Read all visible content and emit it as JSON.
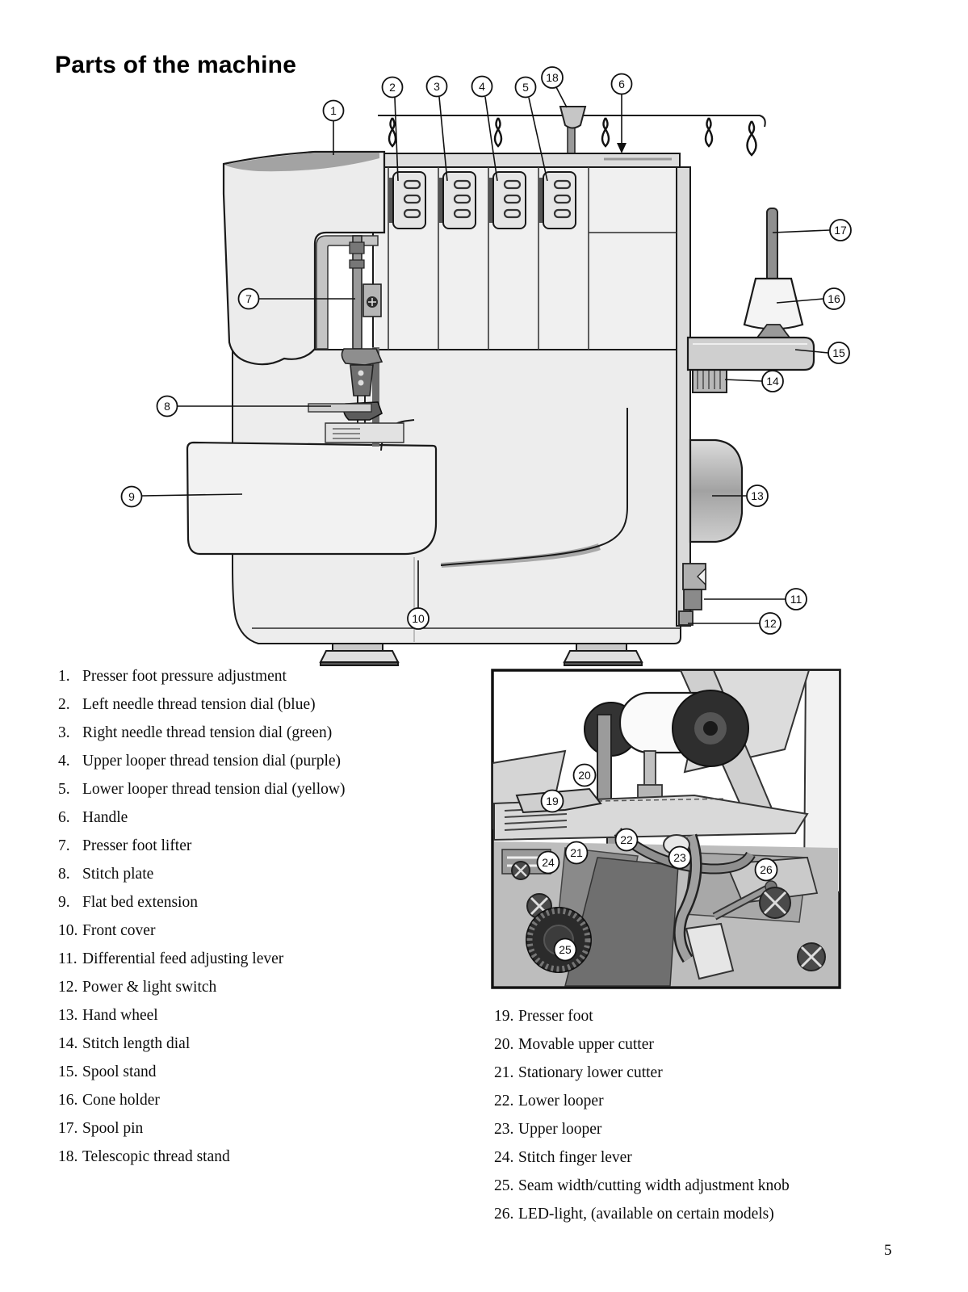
{
  "page": {
    "title": "Parts of the machine",
    "page_number": "5"
  },
  "callouts": {
    "c1": "1",
    "c2": "2",
    "c3": "3",
    "c4": "4",
    "c5": "5",
    "c6": "6",
    "c7": "7",
    "c8": "8",
    "c9": "9",
    "c10": "10",
    "c11": "11",
    "c12": "12",
    "c13": "13",
    "c14": "14",
    "c15": "15",
    "c16": "16",
    "c17": "17",
    "c18": "18",
    "c19": "19",
    "c20": "20",
    "c21": "21",
    "c22": "22",
    "c23": "23",
    "c24": "24",
    "c25": "25",
    "c26": "26"
  },
  "parts_list_left": {
    "items": [
      {
        "num": "1.",
        "label": "Presser foot pressure adjustment"
      },
      {
        "num": "2.",
        "label": "Left needle thread tension dial (blue)"
      },
      {
        "num": "3.",
        "label": "Right needle thread tension dial (green)"
      },
      {
        "num": "4.",
        "label": "Upper looper thread tension dial (purple)"
      },
      {
        "num": "5.",
        "label": "Lower looper thread tension dial (yellow)"
      },
      {
        "num": "6.",
        "label": "Handle"
      },
      {
        "num": "7.",
        "label": "Presser foot lifter"
      },
      {
        "num": "8.",
        "label": "Stitch plate"
      },
      {
        "num": "9.",
        "label": "Flat bed extension"
      },
      {
        "num": "10.",
        "label": "Front cover"
      },
      {
        "num": "11.",
        "label": "Differential feed adjusting lever"
      },
      {
        "num": "12.",
        "label": "Power & light switch"
      },
      {
        "num": "13.",
        "label": "Hand wheel"
      },
      {
        "num": "14.",
        "label": "Stitch length dial"
      },
      {
        "num": "15.",
        "label": "Spool stand"
      },
      {
        "num": "16.",
        "label": "Cone holder"
      },
      {
        "num": "17.",
        "label": "Spool pin"
      },
      {
        "num": "18.",
        "label": "Telescopic thread stand"
      }
    ]
  },
  "parts_list_right": {
    "items": [
      {
        "num": "19.",
        "label": "Presser foot"
      },
      {
        "num": "20.",
        "label": "Movable upper cutter"
      },
      {
        "num": "21.",
        "label": "Stationary lower cutter"
      },
      {
        "num": "22.",
        "label": "Lower looper"
      },
      {
        "num": "23.",
        "label": "Upper looper"
      },
      {
        "num": "24.",
        "label": "Stitch finger lever"
      },
      {
        "num": "25.",
        "label": "Seam width/cutting width adjustment knob"
      },
      {
        "num": "26.",
        "label": "LED-light, (available on certain models)"
      }
    ]
  }
}
